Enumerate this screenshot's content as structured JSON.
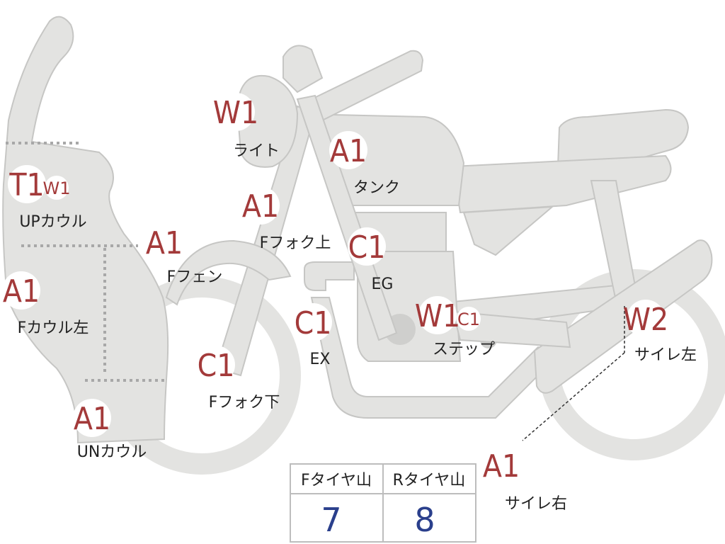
{
  "markers": [
    {
      "id": "light",
      "code": "W1",
      "label": "ライト"
    },
    {
      "id": "tank",
      "code": "A1",
      "label": "タンク"
    },
    {
      "id": "up-cowl",
      "code": "T1",
      "sub": "W1",
      "label": "UPカウル"
    },
    {
      "id": "f-fork-upper",
      "code": "A1",
      "label": "Fフォク上"
    },
    {
      "id": "f-fender",
      "code": "A1",
      "label": "Fフェン"
    },
    {
      "id": "eg",
      "code": "C1",
      "label": "EG"
    },
    {
      "id": "f-cowl-left",
      "code": "A1",
      "label": "Fカウル左"
    },
    {
      "id": "ex",
      "code": "C1",
      "label": "EX"
    },
    {
      "id": "step",
      "code": "W1",
      "sub": "C1",
      "label": "ステップ"
    },
    {
      "id": "side-cover-left",
      "code": "W2",
      "label": "サイレ左"
    },
    {
      "id": "f-fork-lower",
      "code": "C1",
      "label": "Fフォク下"
    },
    {
      "id": "un-cowl",
      "code": "A1",
      "label": "UNカウル"
    },
    {
      "id": "side-cover-right",
      "code": "A1",
      "label": "サイレ右"
    }
  ],
  "tire_table": {
    "headers": [
      "Fタイヤ山",
      "Rタイヤ山"
    ],
    "values": [
      "7",
      "8"
    ]
  },
  "colors": {
    "part_fill": "#e3e3e1",
    "code_text": "#a33a3a",
    "value_text": "#2a3f8c"
  }
}
